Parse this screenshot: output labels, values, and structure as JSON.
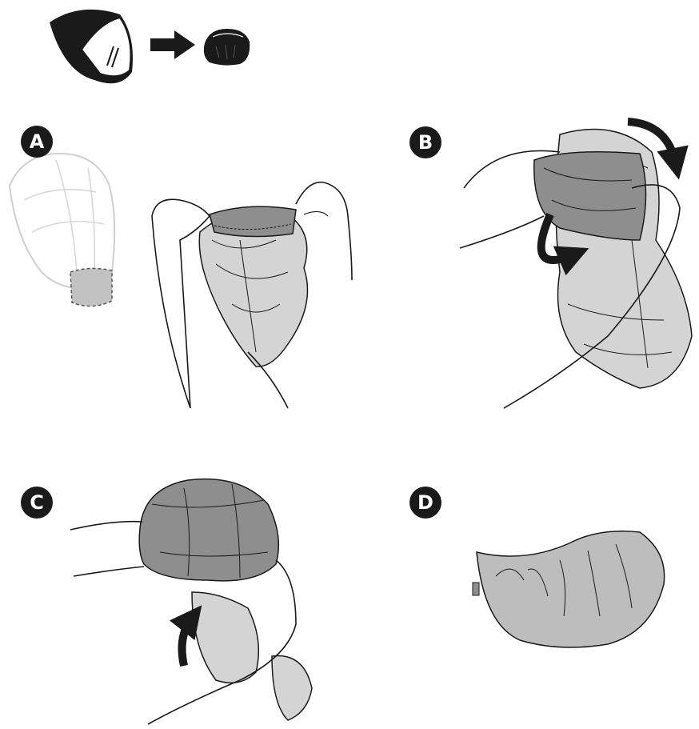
{
  "steps": [
    {
      "label": "A"
    },
    {
      "label": "B"
    },
    {
      "label": "C"
    },
    {
      "label": "D"
    }
  ],
  "colors": {
    "ink": "#1a1a1a",
    "cover_gray": "#bdbdbd",
    "cover_dark": "#8e8e8e",
    "ghost": "#dcdcdc",
    "background": "#ffffff"
  },
  "icons": [
    "helmet-icon",
    "arrow-right-icon",
    "packed-cover-icon",
    "curved-arrow-icon"
  ]
}
